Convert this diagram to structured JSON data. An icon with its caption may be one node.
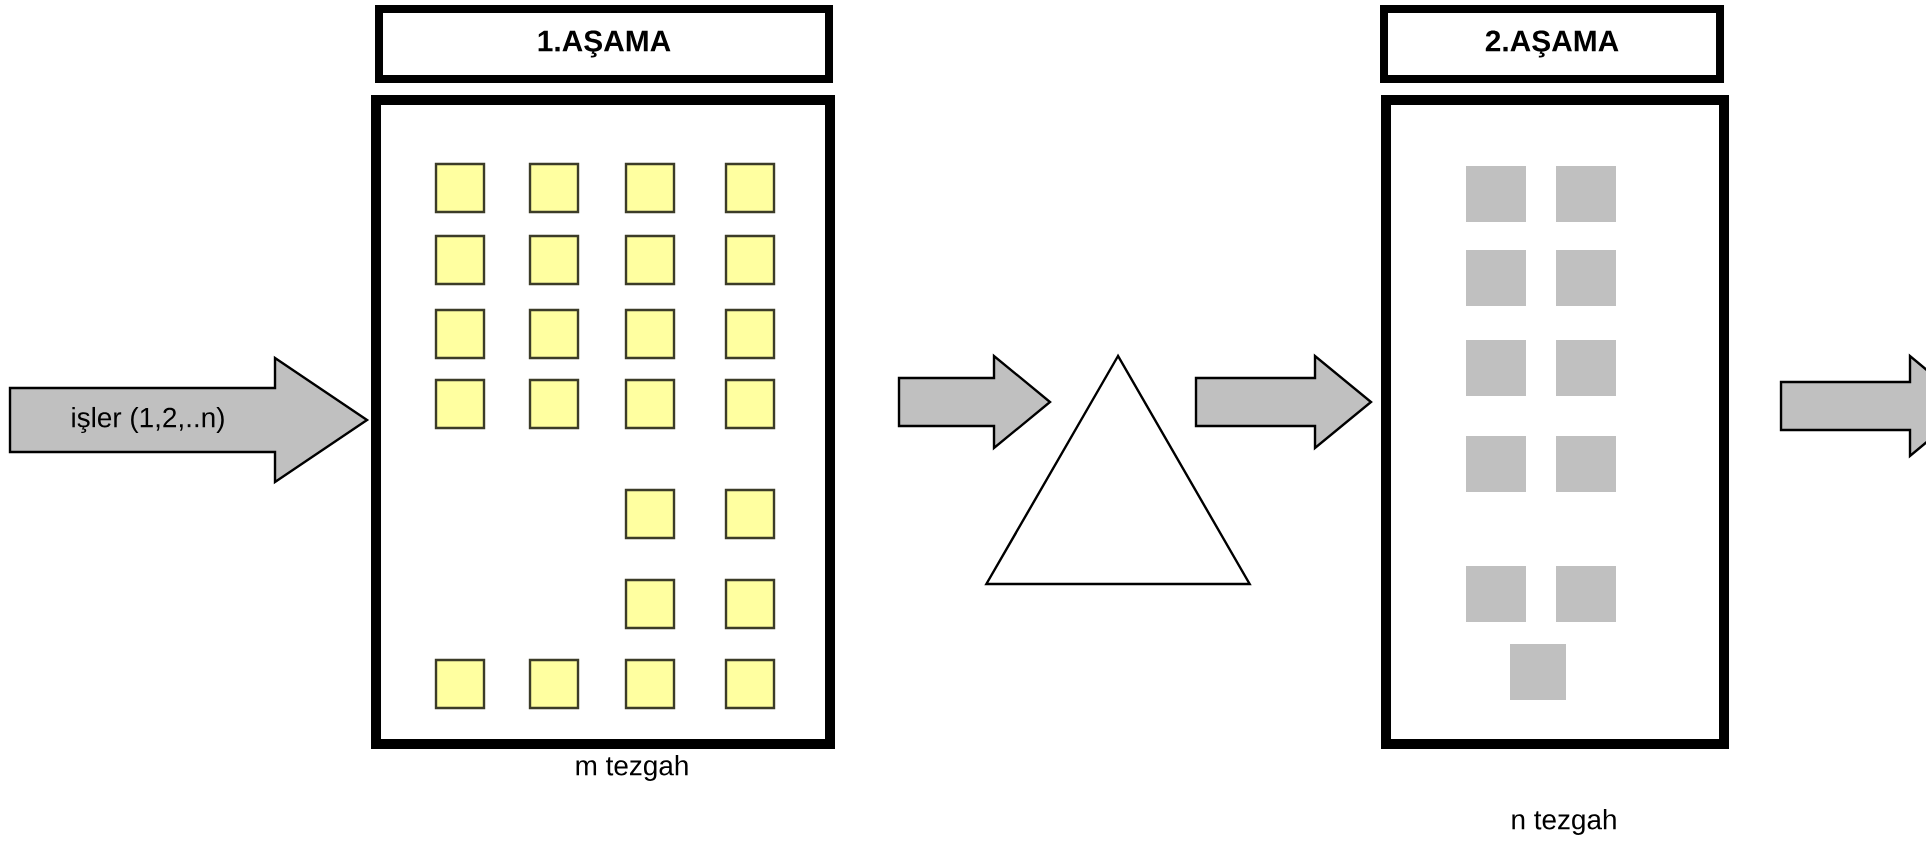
{
  "diagram": {
    "nodes": [
      {
        "text": [
          "1.AŞAMA"
        ]
      },
      {
        "text": [],
        "shape": "box",
        "beside": [
          "m tezgah"
        ]
      },
      {
        "text": [],
        "shape": "triangle"
      },
      {
        "text": [
          "2.AŞAMA"
        ]
      },
      {
        "text": [],
        "shape": "box",
        "beside": [
          "n tezgah"
        ]
      }
    ],
    "edges": [
      {
        "from": null,
        "to": 1,
        "arrow": "to",
        "label": "işler (1,2,..n)"
      },
      {
        "from": 1,
        "to": 2,
        "arrow": "to"
      },
      {
        "from": 2,
        "to": 4,
        "arrow": "to"
      },
      {
        "from": 4,
        "to": null,
        "arrow": "to"
      }
    ]
  }
}
